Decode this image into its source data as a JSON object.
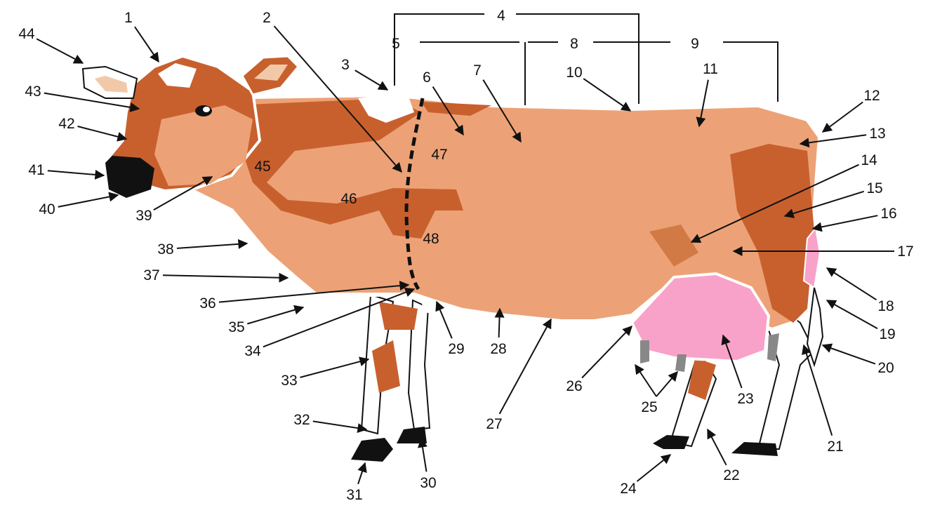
{
  "diagram": {
    "colors": {
      "body": "#eca276",
      "patch": "#c8602e",
      "udder": "#f9a2c9",
      "hoof": "#111111",
      "outline": "#ffffff",
      "line": "#111111"
    },
    "labels": [
      "1",
      "2",
      "3",
      "4",
      "5",
      "6",
      "7",
      "8",
      "9",
      "10",
      "11",
      "12",
      "13",
      "14",
      "15",
      "16",
      "17",
      "18",
      "19",
      "20",
      "21",
      "22",
      "23",
      "24",
      "25",
      "26",
      "27",
      "28",
      "29",
      "30",
      "31",
      "32",
      "33",
      "34",
      "35",
      "36",
      "37",
      "38",
      "39",
      "40",
      "41",
      "42",
      "43",
      "44",
      "45",
      "46",
      "47",
      "48"
    ]
  }
}
